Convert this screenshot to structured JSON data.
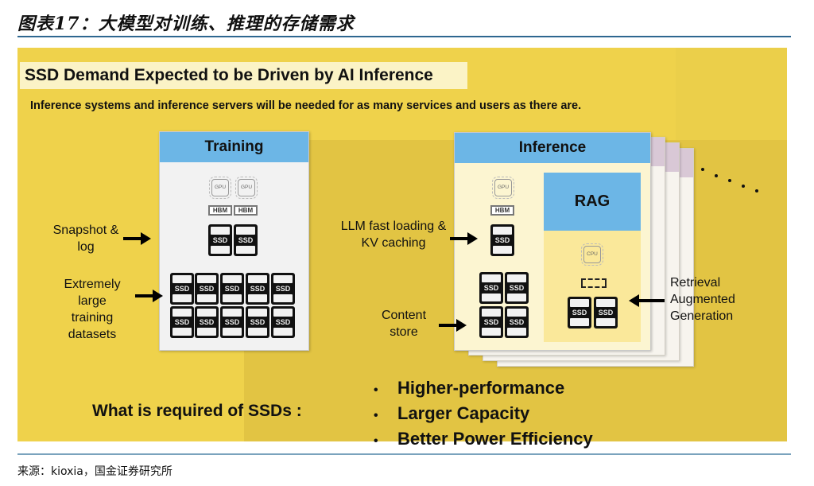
{
  "doc_title": "图表17：大模型对训练、推理的存储需求",
  "slide": {
    "heading": "SSD Demand Expected to be Driven by AI Inference",
    "subtitle": "Inference systems and inference servers will be needed for as many services and users as there are.",
    "training": {
      "title": "Training",
      "gpu_label": "GPU",
      "hbm_label": "HBM",
      "label_snapshot": "Snapshot & log",
      "label_datasets": "Extremely large training datasets"
    },
    "inference": {
      "title": "Inference",
      "rag_title": "RAG",
      "cpu_label": "CPU",
      "label_llm": "LLM fast loading & KV caching",
      "label_content": "Content store",
      "label_rag": "Retrieval Augmented Generation"
    },
    "ssd_label": "SSD",
    "required_label": "What is required of SSDs :",
    "requirements": [
      "Higher-performance",
      "Larger Capacity",
      "Better Power Efficiency"
    ]
  },
  "source": "来源：kioxia，国金证券研究所"
}
